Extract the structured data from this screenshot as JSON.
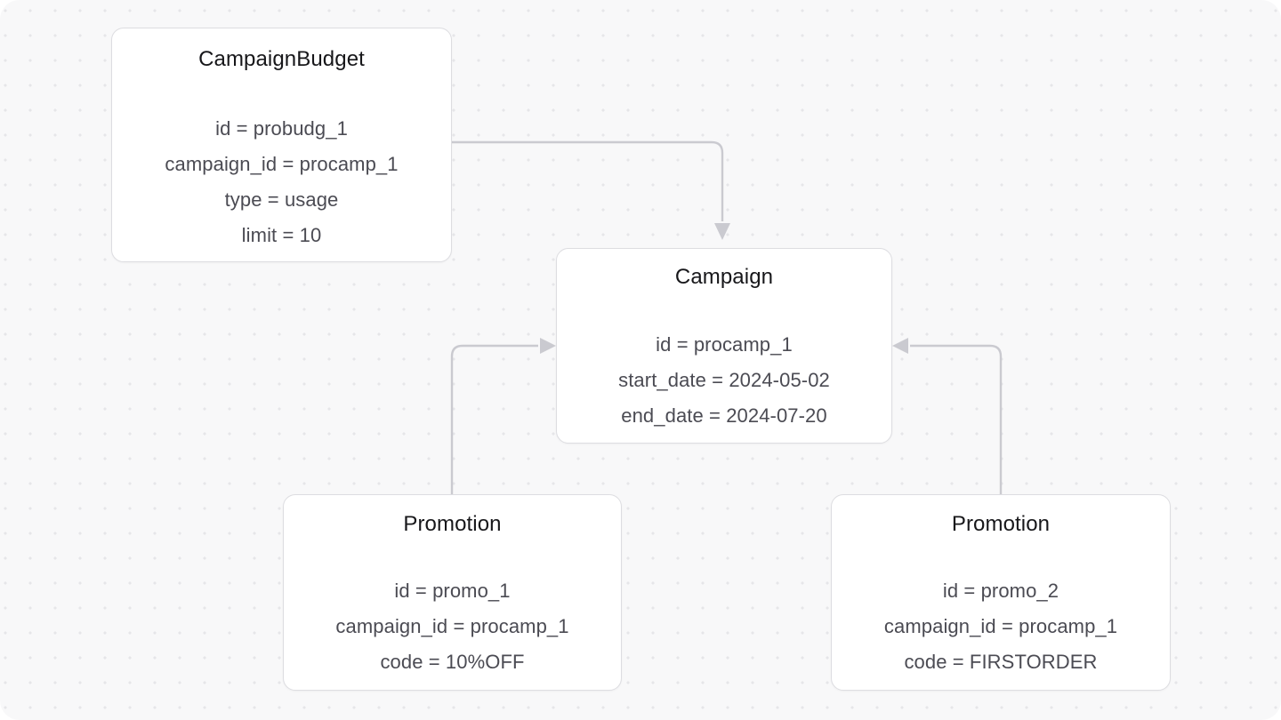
{
  "canvas": {
    "background_color": "#f8f8f9",
    "dot_color": "#e6e6e9",
    "edge_color": "#cacad0",
    "node_background": "#ffffff",
    "node_border_color": "#dddde1",
    "title_color": "#17171a",
    "attribute_color": "#4b4b53"
  },
  "nodes": [
    {
      "id": "campaign_budget",
      "title": "CampaignBudget",
      "attributes": [
        "id = probudg_1",
        "campaign_id = procamp_1",
        "type = usage",
        "limit = 10"
      ]
    },
    {
      "id": "campaign",
      "title": "Campaign",
      "attributes": [
        "id = procamp_1",
        "start_date = 2024-05-02",
        "end_date = 2024-07-20"
      ]
    },
    {
      "id": "promotion_1",
      "title": "Promotion",
      "attributes": [
        "id = promo_1",
        "campaign_id = procamp_1",
        "code = 10%OFF"
      ]
    },
    {
      "id": "promotion_2",
      "title": "Promotion",
      "attributes": [
        "id = promo_2",
        "campaign_id = procamp_1",
        "code = FIRSTORDER"
      ]
    }
  ],
  "edges": [
    {
      "id": "edge-budget-to-campaign",
      "from": "campaign_budget",
      "to": "campaign",
      "arrow_direction": "down"
    },
    {
      "id": "edge-promotion1-to-campaign",
      "from": "promotion_1",
      "to": "campaign",
      "arrow_direction": "right"
    },
    {
      "id": "edge-promotion2-to-campaign",
      "from": "promotion_2",
      "to": "campaign",
      "arrow_direction": "left"
    }
  ]
}
